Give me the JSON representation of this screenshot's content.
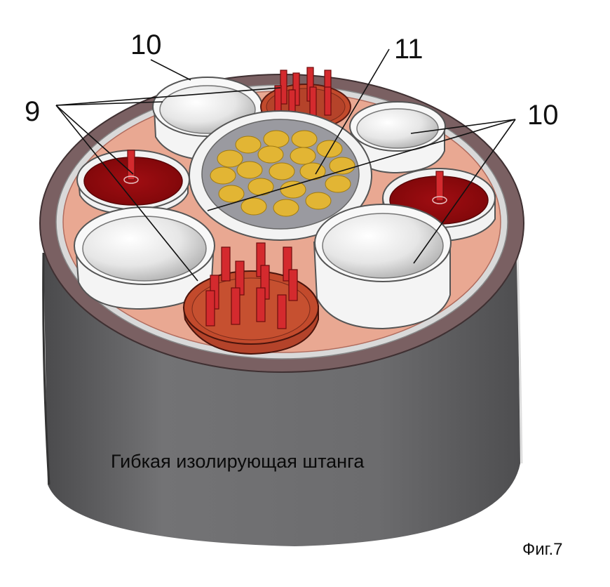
{
  "labels": {
    "callout_10_top": "10",
    "callout_9": "9",
    "callout_11": "11",
    "callout_10_right": "10"
  },
  "caption": "Гибкая изолирующая штанга",
  "figure_number": "Фиг.7",
  "colors": {
    "body": "#6e6e70",
    "body_rim": "#7a6062",
    "inner_face": "#e9a892",
    "red_socket": "#9a0a0e",
    "orange_socket": "#c24a2c",
    "pins": "#d42a2e",
    "white_cup": "#f0f0f0",
    "yellow_contacts": "#e2b534",
    "center_disc": "#9a9aa0"
  }
}
